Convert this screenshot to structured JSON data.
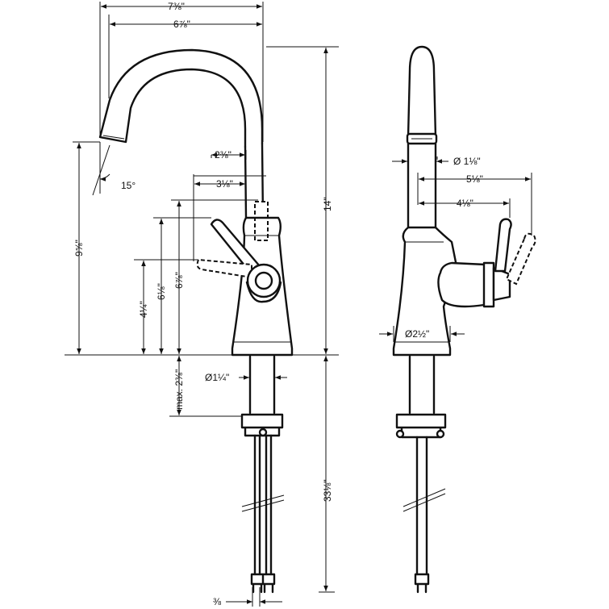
{
  "dimensions": {
    "overall_reach": "7⅜\"",
    "spout_reach": "6⅞\"",
    "aerator_offset": "2⅜\"",
    "handle_offset": "3⅛\"",
    "spout_angle": "15°",
    "spout_height": "9⅝\"",
    "handle_height_high": "6⅞\"",
    "handle_height_mid": "6⅛\"",
    "handle_height_low": "4¼\"",
    "total_height": "14\"",
    "deck_thickness_max": "max. 2⅜\"",
    "shank_diameter": "Ø1¼\"",
    "shank_length": "33⅛\"",
    "supply_line": "⅜",
    "spout_diameter": "Ø 1⅛\"",
    "handle_reach_side": "5⅛\"",
    "handle_reach_side_inner": "4⅛\"",
    "base_diameter": "Ø2½\""
  }
}
